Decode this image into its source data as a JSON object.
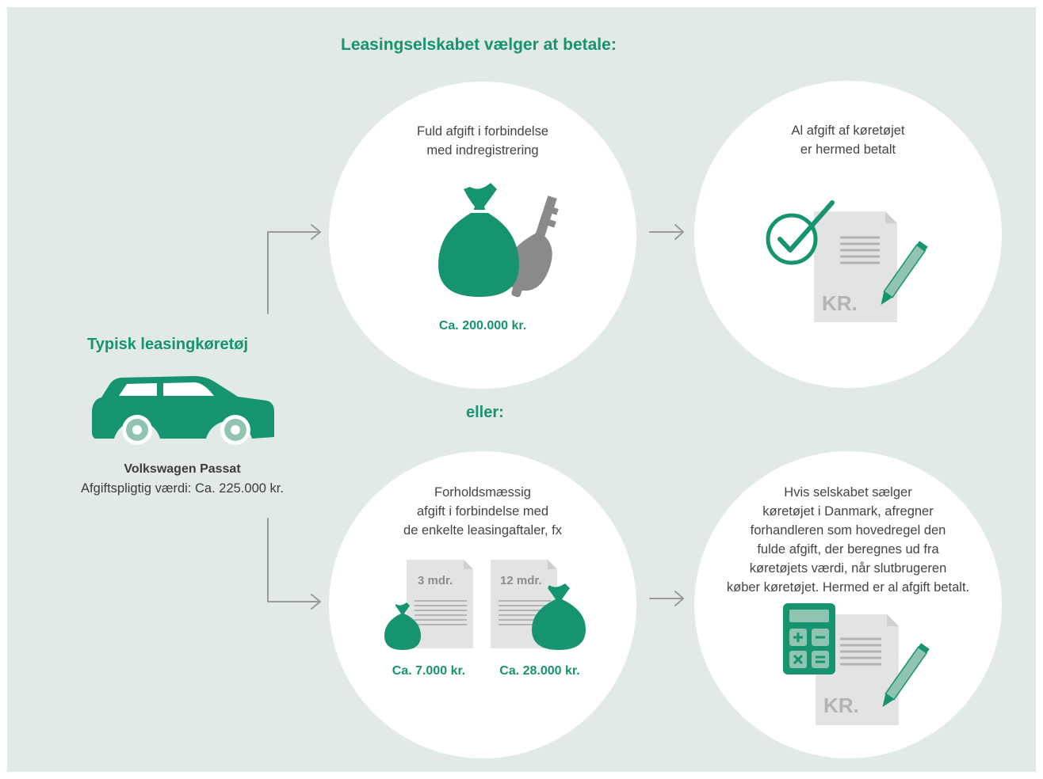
{
  "title": "Leasingselskabet vælger at betale:",
  "or_label": "eller:",
  "vehicle": {
    "heading": "Typisk leasingkøretøj",
    "name": "Volkswagen Passat",
    "value": "Afgiftspligtig værdi: Ca. 225.000 kr."
  },
  "option_full": {
    "text": "Fuld afgift i forbindelse\nmed indregistrering",
    "amount": "Ca. 200.000 kr."
  },
  "result_full": {
    "text": "Al afgift af køretøjet\ner hermed betalt",
    "doc_label": "KR."
  },
  "option_partial": {
    "text": "Forholdsmæssig\nafgift i forbindelse med\nde enkelte leasingaftaler, fx",
    "contracts": [
      {
        "period": "3 mdr.",
        "amount": "Ca. 7.000 kr."
      },
      {
        "period": "12 mdr.",
        "amount": "Ca. 28.000 kr."
      }
    ]
  },
  "result_partial": {
    "text": "Hvis selskabet sælger\nkøretøjet i Danmark, afregner\nforhandleren som hovedregel den\nfulde afgift, der beregnes ud fra\nkøretøjets værdi, når slutbrugeren\nkøber køretøjet. Hermed er al afgift betalt.",
    "doc_label": "KR."
  },
  "colors": {
    "accent": "#16936f",
    "background": "#e1eae6",
    "circle": "#ffffff",
    "arrow": "#9a9a9a",
    "key": "#8a8a8a",
    "document": "#e3e3e3"
  }
}
